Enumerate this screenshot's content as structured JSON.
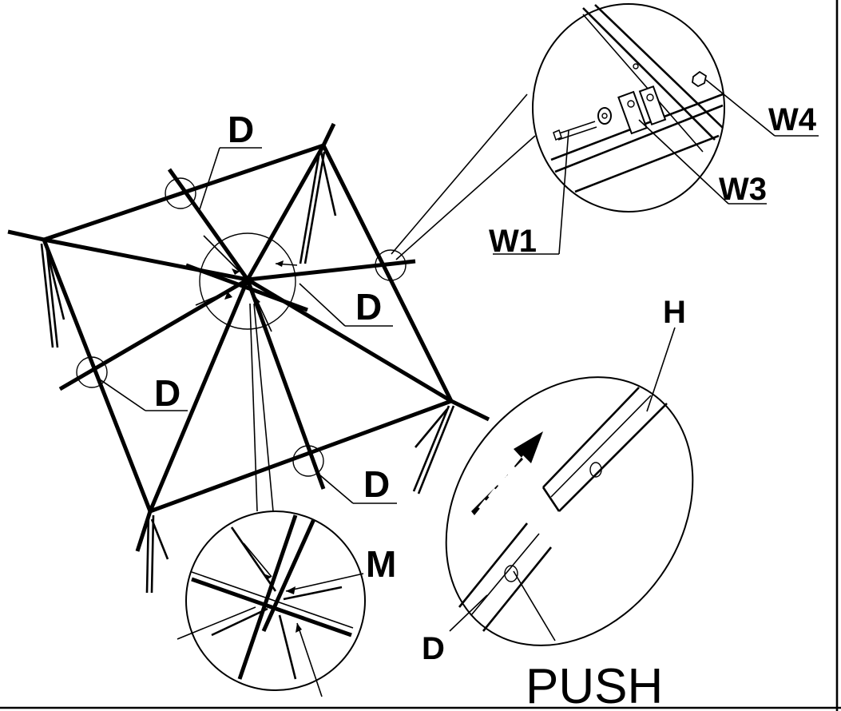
{
  "labels": {
    "d": "D",
    "h": "H",
    "m": "M",
    "w1": "W1",
    "w3": "W3",
    "w4": "W4",
    "push": "PUSH"
  }
}
